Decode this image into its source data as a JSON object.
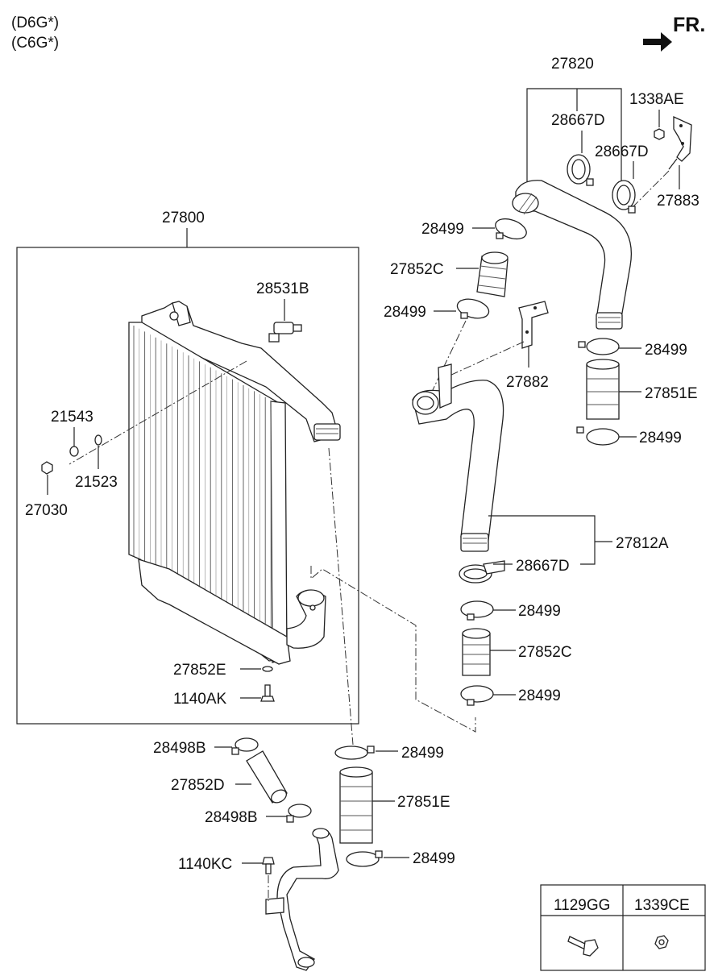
{
  "variants": [
    "(D6G*)",
    "(C6G*)"
  ],
  "direction": {
    "label": "FR."
  },
  "parts": {
    "p27820": "27820",
    "p28667D_a": "28667D",
    "p28667D_b": "28667D",
    "p1338AE": "1338AE",
    "p27883": "27883",
    "p28499_a": "28499",
    "p27852C_a": "27852C",
    "p28499_b": "28499",
    "p27882": "27882",
    "p28499_c": "28499",
    "p27851E_a": "27851E",
    "p28499_d": "28499",
    "p27800": "27800",
    "p28531B": "28531B",
    "p21543": "21543",
    "p21523": "21523",
    "p27030": "27030",
    "p27812A": "27812A",
    "p28667D_c": "28667D",
    "p28499_e": "28499",
    "p27852C_b": "27852C",
    "p28499_f": "28499",
    "p27852E": "27852E",
    "p1140AK": "1140AK",
    "p28498B_a": "28498B",
    "p28499_g": "28499",
    "p27852D": "27852D",
    "p27851E_b": "27851E",
    "p28498B_b": "28498B",
    "p28499_h": "28499",
    "p1140KC": "1140KC"
  },
  "legend_table": {
    "col1": "1129GG",
    "col2": "1339CE"
  }
}
